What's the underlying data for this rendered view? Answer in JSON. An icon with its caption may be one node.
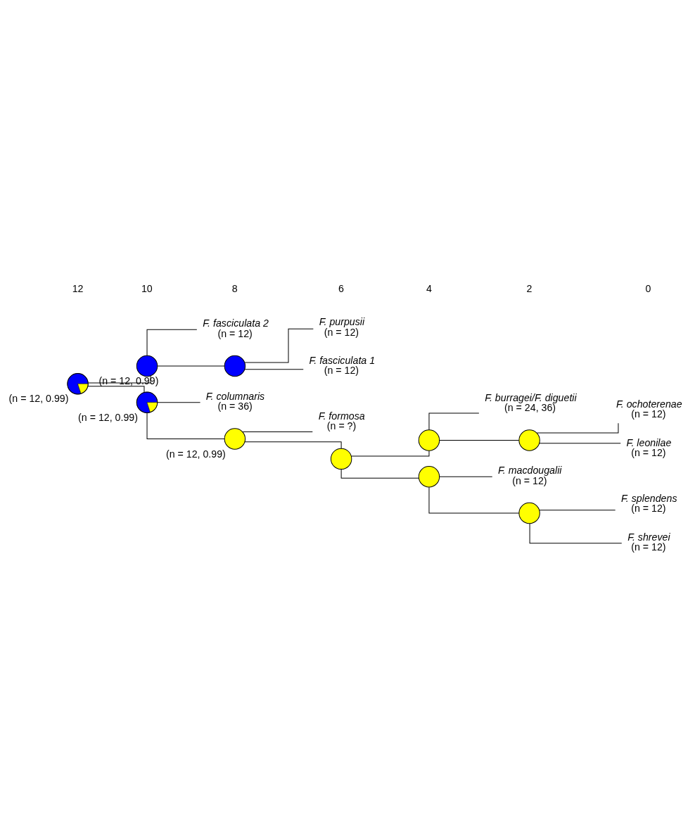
{
  "diagram": {
    "nodes": [
      {
        "text": [],
        "shape": "circle",
        "beside": [
          "(n = 12, 0.99)"
        ]
      },
      {
        "text": [],
        "shape": "circle",
        "beside": [
          "(n = 12, 0.99)"
        ]
      },
      {
        "text": [
          "F. fasciculata 2",
          "(n = 12)"
        ]
      },
      {
        "text": [],
        "shape": "circle"
      },
      {
        "text": [
          "F. purpusii",
          "(n = 12)"
        ]
      },
      {
        "text": [
          "F. fasciculata 1",
          "(n = 12)"
        ]
      },
      {
        "text": [],
        "shape": "circle",
        "beside": [
          "(n = 12, 0.99)"
        ]
      },
      {
        "text": [
          "F. columnaris",
          "(n = 36)"
        ]
      },
      {
        "text": [],
        "shape": "circle",
        "beside": [
          "(n = 12, 0.99)"
        ]
      },
      {
        "text": [
          "F. formosa",
          "(n = ?)"
        ]
      },
      {
        "text": [],
        "shape": "circle"
      },
      {
        "text": [],
        "shape": "circle"
      },
      {
        "text": [
          "F. burragei/F. diguetii",
          "(n = 24, 36)"
        ]
      },
      {
        "text": [],
        "shape": "circle"
      },
      {
        "text": [
          "F. ochoterenae",
          "(n = 12)"
        ]
      },
      {
        "text": [
          "F. leonilae",
          "(n = 12)"
        ]
      },
      {
        "text": [],
        "shape": "circle"
      },
      {
        "text": [
          "F. macdougalii",
          "(n = 12)"
        ]
      },
      {
        "text": [],
        "shape": "circle"
      },
      {
        "text": [
          "F. splendens",
          "(n = 12)"
        ]
      },
      {
        "text": [
          "F. shrevei",
          "(n = 12)"
        ]
      }
    ],
    "edges": [
      {
        "from": 0,
        "to": 1,
        "arrow": "none"
      },
      {
        "from": 0,
        "to": 6,
        "arrow": "none"
      },
      {
        "from": 1,
        "to": 2,
        "arrow": "none"
      },
      {
        "from": 1,
        "to": 3,
        "arrow": "none"
      },
      {
        "from": 3,
        "to": 4,
        "arrow": "none"
      },
      {
        "from": 3,
        "to": 5,
        "arrow": "none"
      },
      {
        "from": 6,
        "to": 7,
        "arrow": "none"
      },
      {
        "from": 6,
        "to": 8,
        "arrow": "none"
      },
      {
        "from": 8,
        "to": 9,
        "arrow": "none"
      },
      {
        "from": 8,
        "to": 10,
        "arrow": "none"
      },
      {
        "from": 10,
        "to": 11,
        "arrow": "none"
      },
      {
        "from": 10,
        "to": 16,
        "arrow": "none"
      },
      {
        "from": 11,
        "to": 12,
        "arrow": "none"
      },
      {
        "from": 11,
        "to": 13,
        "arrow": "none"
      },
      {
        "from": 13,
        "to": 14,
        "arrow": "none"
      },
      {
        "from": 13,
        "to": 15,
        "arrow": "none"
      },
      {
        "from": 16,
        "to": 17,
        "arrow": "none"
      },
      {
        "from": 16,
        "to": 18,
        "arrow": "none"
      },
      {
        "from": 18,
        "to": 19,
        "arrow": "none"
      },
      {
        "from": 18,
        "to": 20,
        "arrow": "none"
      }
    ],
    "labels": [
      "12",
      "10",
      "8",
      "6",
      "4",
      "2",
      "0"
    ]
  }
}
